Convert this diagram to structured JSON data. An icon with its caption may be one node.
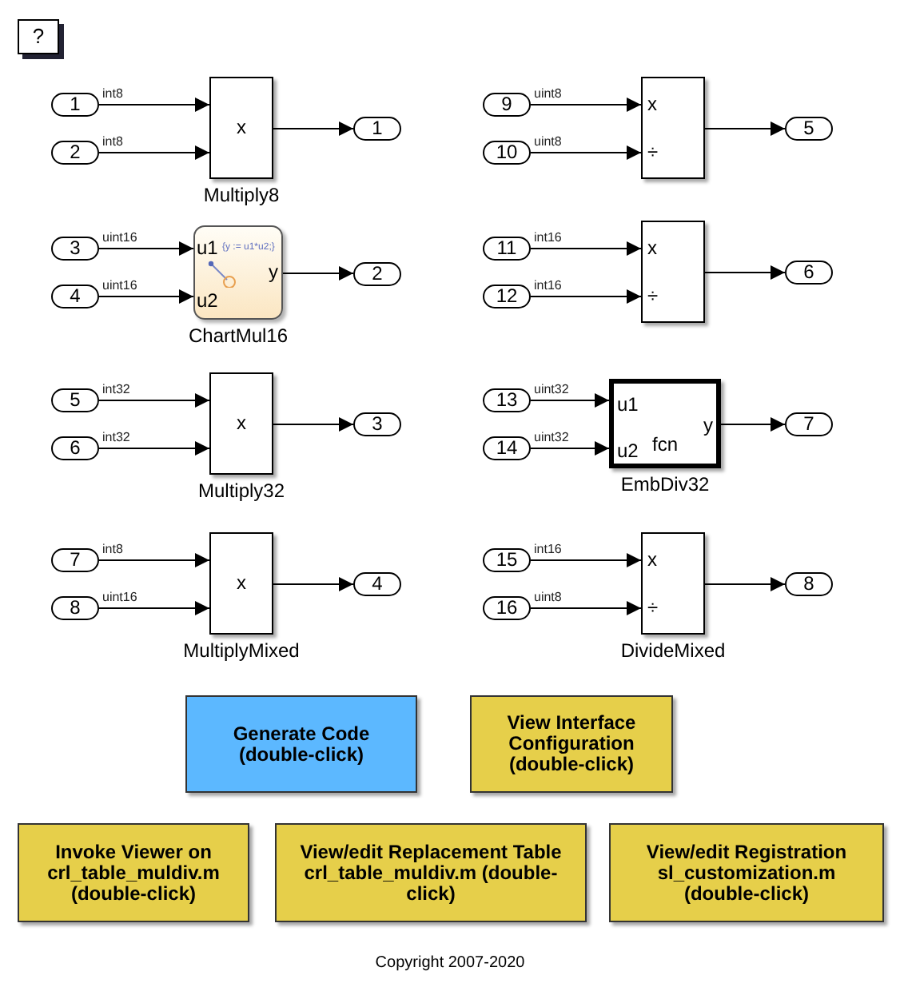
{
  "diagram": {
    "nodes": [
      {
        "text": [
          "?"
        ]
      },
      {
        "text": [
          "1"
        ]
      },
      {
        "text": [
          "2"
        ]
      },
      {
        "text": [
          "x"
        ],
        "beside": [
          "Multiply8"
        ]
      },
      {
        "text": [
          "1"
        ]
      },
      {
        "text": [
          "9"
        ]
      },
      {
        "text": [
          "10"
        ]
      },
      {
        "text": [
          "x",
          "÷"
        ]
      },
      {
        "text": [
          "5"
        ]
      },
      {
        "text": [
          "3"
        ]
      },
      {
        "text": [
          "4"
        ]
      },
      {
        "text": [
          "u1",
          "{y := u1*u2;}",
          "u2",
          "y"
        ],
        "beside": [
          "ChartMul16"
        ]
      },
      {
        "text": [
          "2"
        ]
      },
      {
        "text": [
          "11"
        ]
      },
      {
        "text": [
          "12"
        ]
      },
      {
        "text": [
          "x",
          "÷"
        ]
      },
      {
        "text": [
          "6"
        ]
      },
      {
        "text": [
          "5"
        ]
      },
      {
        "text": [
          "6"
        ]
      },
      {
        "text": [
          "x"
        ],
        "beside": [
          "Multiply32"
        ]
      },
      {
        "text": [
          "3"
        ]
      },
      {
        "text": [
          "13"
        ]
      },
      {
        "text": [
          "14"
        ]
      },
      {
        "text": [
          "u1",
          "fcn",
          "u2",
          "y"
        ],
        "beside": [
          "EmbDiv32"
        ]
      },
      {
        "text": [
          "7"
        ]
      },
      {
        "text": [
          "7"
        ]
      },
      {
        "text": [
          "8"
        ]
      },
      {
        "text": [
          "x"
        ],
        "beside": [
          "MultiplyMixed"
        ]
      },
      {
        "text": [
          "4"
        ]
      },
      {
        "text": [
          "15"
        ]
      },
      {
        "text": [
          "16"
        ]
      },
      {
        "text": [
          "x",
          "÷"
        ],
        "beside": [
          "DivideMixed"
        ]
      },
      {
        "text": [
          "8"
        ]
      },
      {
        "text": [
          "Generate Code (double-click)"
        ]
      },
      {
        "text": [
          "View Interface Configuration (double-click)"
        ]
      },
      {
        "text": [
          "Invoke Viewer on crl_table_muldiv.m (double-click)"
        ]
      },
      {
        "text": [
          "View/edit Replacement Table crl_table_muldiv.m (double-click)"
        ]
      },
      {
        "text": [
          "View/edit Registration sl_customization.m (double-click)"
        ]
      }
    ],
    "edges": [
      {
        "from": 1,
        "to": 3,
        "arrow": "to",
        "label": "int8"
      },
      {
        "from": 2,
        "to": 3,
        "arrow": "to",
        "label": "int8"
      },
      {
        "from": 3,
        "to": 4,
        "arrow": "to"
      },
      {
        "from": 5,
        "to": 7,
        "arrow": "to",
        "label": "uint8"
      },
      {
        "from": 6,
        "to": 7,
        "arrow": "to",
        "label": "uint8"
      },
      {
        "from": 7,
        "to": 8,
        "arrow": "to"
      },
      {
        "from": 9,
        "to": 11,
        "arrow": "to",
        "label": "uint16"
      },
      {
        "from": 10,
        "to": 11,
        "arrow": "to",
        "label": "uint16"
      },
      {
        "from": 11,
        "to": 12,
        "arrow": "to"
      },
      {
        "from": 13,
        "to": 15,
        "arrow": "to",
        "label": "int16"
      },
      {
        "from": 14,
        "to": 15,
        "arrow": "to",
        "label": "int16"
      },
      {
        "from": 15,
        "to": 16,
        "arrow": "to"
      },
      {
        "from": 17,
        "to": 19,
        "arrow": "to",
        "label": "int32"
      },
      {
        "from": 18,
        "to": 19,
        "arrow": "to",
        "label": "int32"
      },
      {
        "from": 19,
        "to": 20,
        "arrow": "to"
      },
      {
        "from": 21,
        "to": 23,
        "arrow": "to",
        "label": "uint32"
      },
      {
        "from": 22,
        "to": 23,
        "arrow": "to",
        "label": "uint32"
      },
      {
        "from": 23,
        "to": 24,
        "arrow": "to"
      },
      {
        "from": 25,
        "to": 27,
        "arrow": "to",
        "label": "int8"
      },
      {
        "from": 26,
        "to": 27,
        "arrow": "to",
        "label": "uint16"
      },
      {
        "from": 27,
        "to": 28,
        "arrow": "to"
      },
      {
        "from": 29,
        "to": 31,
        "arrow": "to",
        "label": "int16"
      },
      {
        "from": 30,
        "to": 31,
        "arrow": "to",
        "label": "uint8"
      },
      {
        "from": 31,
        "to": 32,
        "arrow": "to"
      }
    ],
    "labels": [
      "Copyright 2007-2020"
    ]
  }
}
